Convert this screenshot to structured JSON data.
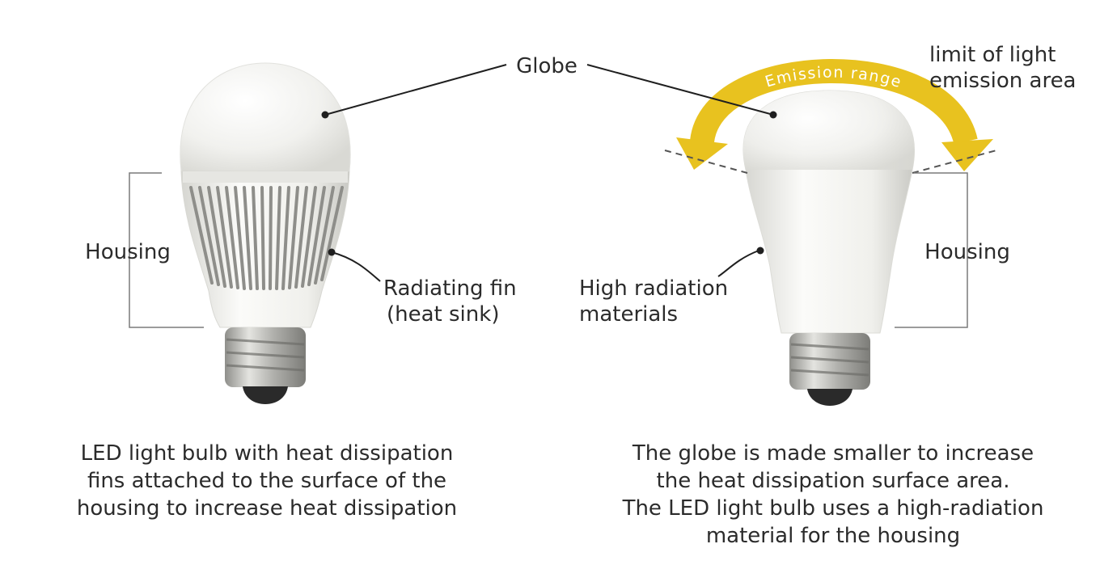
{
  "labels": {
    "globe": "Globe",
    "emission_range": "Emission range",
    "limit_line1": "limit of light",
    "limit_line2": "emission area",
    "housing_left": "Housing",
    "housing_right": "Housing",
    "radiating_fin_line1": "Radiating fin",
    "radiating_fin_line2": "(heat sink)",
    "high_radiation_line1": "High radiation",
    "high_radiation_line2": "materials"
  },
  "captions": {
    "left": [
      "LED light bulb with heat dissipation",
      "fins attached to the surface of the",
      "housing to increase heat dissipation"
    ],
    "right": [
      "The globe is made smaller to increase",
      "the heat dissipation surface area.",
      "The LED light bulb uses a high-radiation",
      "material for the housing"
    ]
  },
  "colors": {
    "arrow": "#e8c21f",
    "text": "#2b2b2b",
    "bulb_body": "#f2f2ef",
    "base_metal": "#b9b9b5"
  }
}
